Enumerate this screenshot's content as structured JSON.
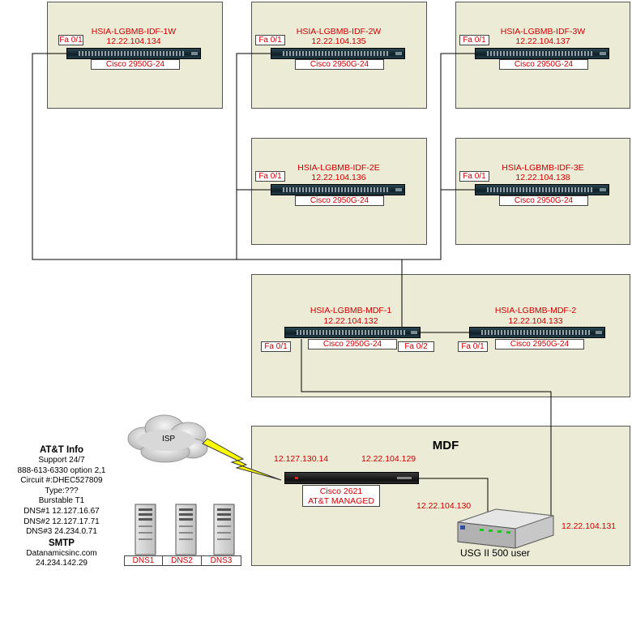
{
  "idf_1w": {
    "name": "HSIA-LGBMB-IDF-1W",
    "ip": "12.22.104.134",
    "port": "Fa 0/1",
    "model": "Cisco 2950G-24"
  },
  "idf_2w": {
    "name": "HSIA-LGBMB-IDF-2W",
    "ip": "12.22.104.135",
    "port": "Fa 0/1",
    "model": "Cisco 2950G-24"
  },
  "idf_3w": {
    "name": "HSIA-LGBMB-IDF-3W",
    "ip": "12.22.104.137",
    "port": "Fa 0/1",
    "model": "Cisco 2950G-24"
  },
  "idf_2e": {
    "name": "HSIA-LGBMB-IDF-2E",
    "ip": "12.22.104.136",
    "port": "Fa 0/1",
    "model": "Cisco 2950G-24"
  },
  "idf_3e": {
    "name": "HSIA-LGBMB-IDF-3E",
    "ip": "12.22.104.138",
    "port": "Fa 0/1",
    "model": "Cisco 2950G-24"
  },
  "mdf_1": {
    "name": "HSIA-LGBMB-MDF-1",
    "ip": "12.22.104.132",
    "port_a": "Fa 0/1",
    "port_b": "Fa 0/2",
    "model": "Cisco 2950G-24"
  },
  "mdf_2": {
    "name": "HSIA-LGBMB-MDF-2",
    "ip": "12.22.104.133",
    "port": "Fa 0/1",
    "model": "Cisco 2950G-24"
  },
  "mdf": {
    "title": "MDF",
    "router_wan_ip": "12.127.130.14",
    "router_lan_ip": "12.22.104.129",
    "router_model": "Cisco 2621",
    "router_note": "AT&T MANAGED",
    "usg_wan_ip": "12.22.104.130",
    "usg_lan_ip": "12.22.104.131",
    "usg_label": "USG II 500 user"
  },
  "isp": {
    "label": "ISP"
  },
  "att_info": {
    "title": "AT&T Info",
    "lines": [
      "Support 24/7",
      "888-613-6330 option 2,1",
      "Circuit #:DHEC527809",
      "Type:???",
      "Burstable T1",
      "DNS#1 12.127.16.67",
      "DNS#2 12.127.17.71",
      "DNS#3 24.234.0.71"
    ]
  },
  "smtp": {
    "title": "SMTP",
    "lines": [
      "Datanamicsinc.com",
      "24.234.142.29"
    ]
  },
  "dns_servers": [
    "DNS1",
    "DNS2",
    "DNS3"
  ],
  "colors": {
    "panel": "#ecebd6",
    "label_red": "#cc0000",
    "lightning": "#ffff00"
  }
}
